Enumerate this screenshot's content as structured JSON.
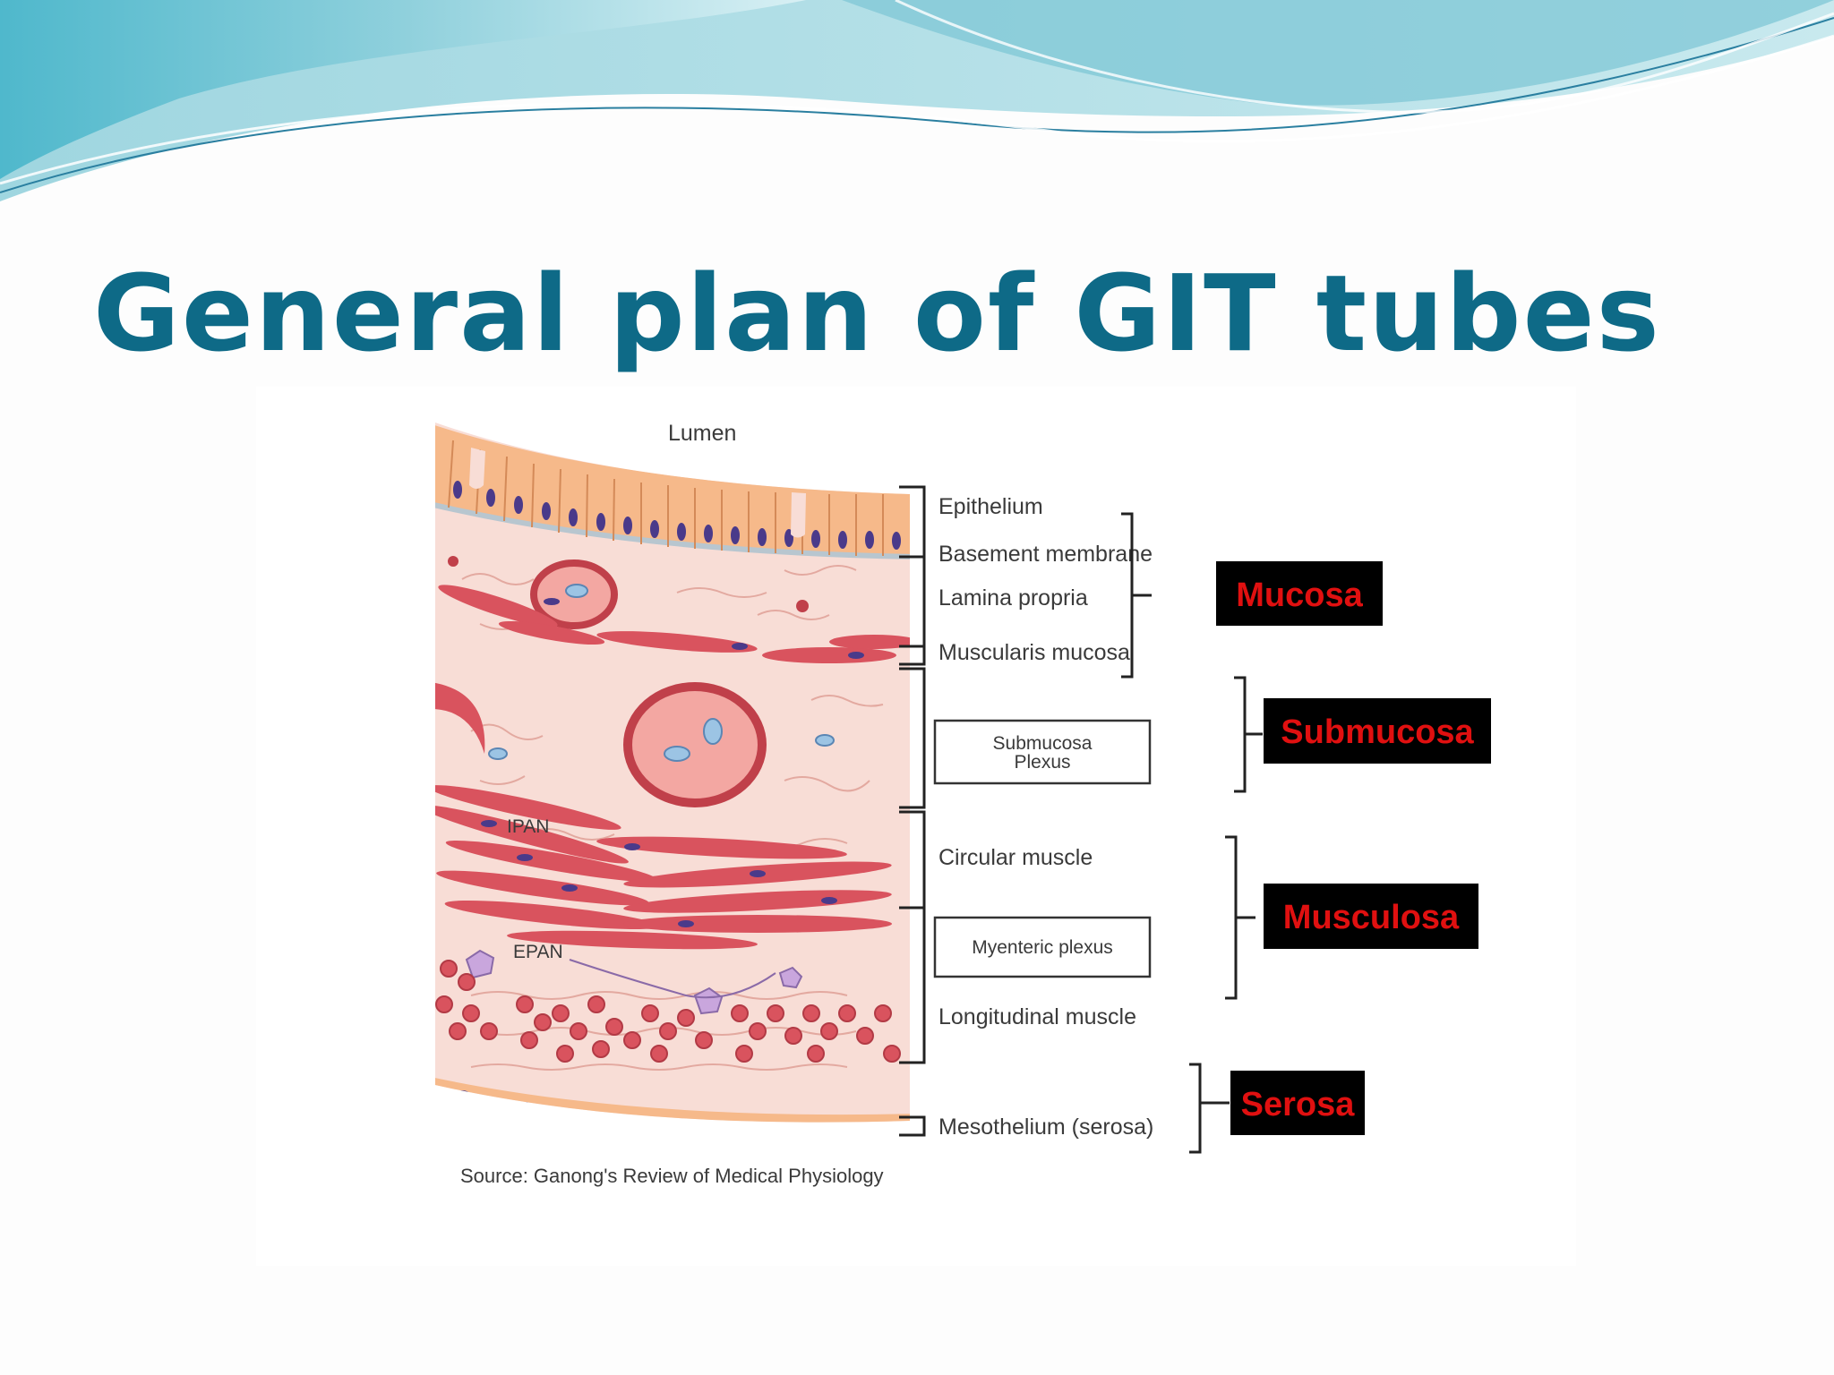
{
  "slide": {
    "title": "General plan of GIT tubes"
  },
  "figure": {
    "lumen_label": "Lumen",
    "layer_labels": {
      "epithelium": "Epithelium",
      "basement_membrane": "Basement membrane",
      "lamina_propria": "Lamina propria",
      "muscularis_mucosa": "Muscularis mucosa",
      "circular_muscle": "Circular muscle",
      "longitudinal_muscle": "Longitudinal muscle",
      "mesothelium": "Mesothelium (serosa)"
    },
    "plexus_labels": {
      "submucosa_line1": "Submucosa",
      "submucosa_line2": "Plexus",
      "myenteric": "Myenteric plexus"
    },
    "neuron_labels": {
      "ipan": "IPAN",
      "epan": "EPAN"
    },
    "regions": {
      "mucosa": "Mucosa",
      "submucosa": "Submucosa",
      "musculosa": "Musculosa",
      "serosa": "Serosa"
    },
    "region_colors": {
      "box": "#000000",
      "text": "#e01010"
    },
    "source": "Source: Ganong's Review of Medical Physiology"
  }
}
